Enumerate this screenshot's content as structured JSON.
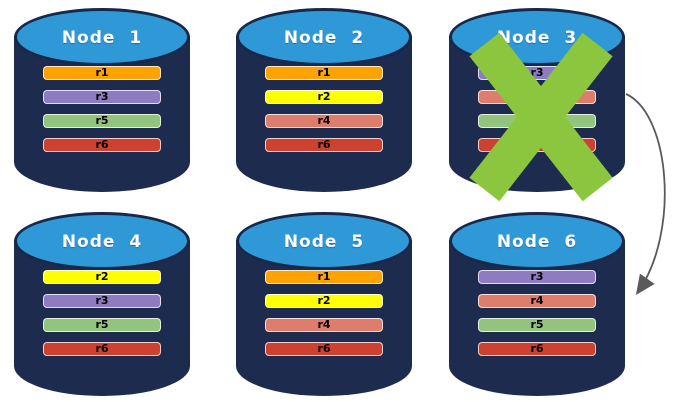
{
  "palette": {
    "cylinder_body": "#1D2B4F",
    "cylinder_top": "#2E99D6",
    "cylinder_border": "#17294B",
    "cross": "#8CC63F",
    "arrow": "#5A5A5A"
  },
  "nodes": [
    {
      "title": "Node 1",
      "failed": false,
      "replicas": [
        {
          "label": "r1",
          "color": "#FFA302"
        },
        {
          "label": "r3",
          "color": "#8E7CC3"
        },
        {
          "label": "r5",
          "color": "#93C47D"
        },
        {
          "label": "r6",
          "color": "#CC4130"
        }
      ]
    },
    {
      "title": "Node 2",
      "failed": false,
      "replicas": [
        {
          "label": "r1",
          "color": "#FFA302"
        },
        {
          "label": "r2",
          "color": "#FFFF00"
        },
        {
          "label": "r4",
          "color": "#DE7D6B"
        },
        {
          "label": "r6",
          "color": "#CC4130"
        }
      ]
    },
    {
      "title": "Node 3",
      "failed": true,
      "replicas": [
        {
          "label": "r3",
          "color": "#8E7CC3"
        },
        {
          "label": "",
          "color": "#DE7D6B"
        },
        {
          "label": "",
          "color": "#93C47D"
        },
        {
          "label": "",
          "color": "#CC4130"
        }
      ]
    },
    {
      "title": "Node 4",
      "failed": false,
      "replicas": [
        {
          "label": "r2",
          "color": "#FFFF00"
        },
        {
          "label": "r3",
          "color": "#8E7CC3"
        },
        {
          "label": "r5",
          "color": "#93C47D"
        },
        {
          "label": "r6",
          "color": "#CC4130"
        }
      ]
    },
    {
      "title": "Node 5",
      "failed": false,
      "replicas": [
        {
          "label": "r1",
          "color": "#FFA302"
        },
        {
          "label": "r2",
          "color": "#FFFF00"
        },
        {
          "label": "r4",
          "color": "#DE7D6B"
        },
        {
          "label": "r6",
          "color": "#CC4130"
        }
      ]
    },
    {
      "title": "Node 6",
      "failed": false,
      "replicas": [
        {
          "label": "r3",
          "color": "#8E7CC3"
        },
        {
          "label": "r4",
          "color": "#DE7D6B"
        },
        {
          "label": "r5",
          "color": "#93C47D"
        },
        {
          "label": "r6",
          "color": "#CC4130"
        }
      ]
    }
  ],
  "failure_cross": {
    "node": "Node 3",
    "color": "#8CC63F"
  },
  "arrow": {
    "from": "Node 3",
    "to": "Node 6",
    "color": "#5A5A5A"
  }
}
